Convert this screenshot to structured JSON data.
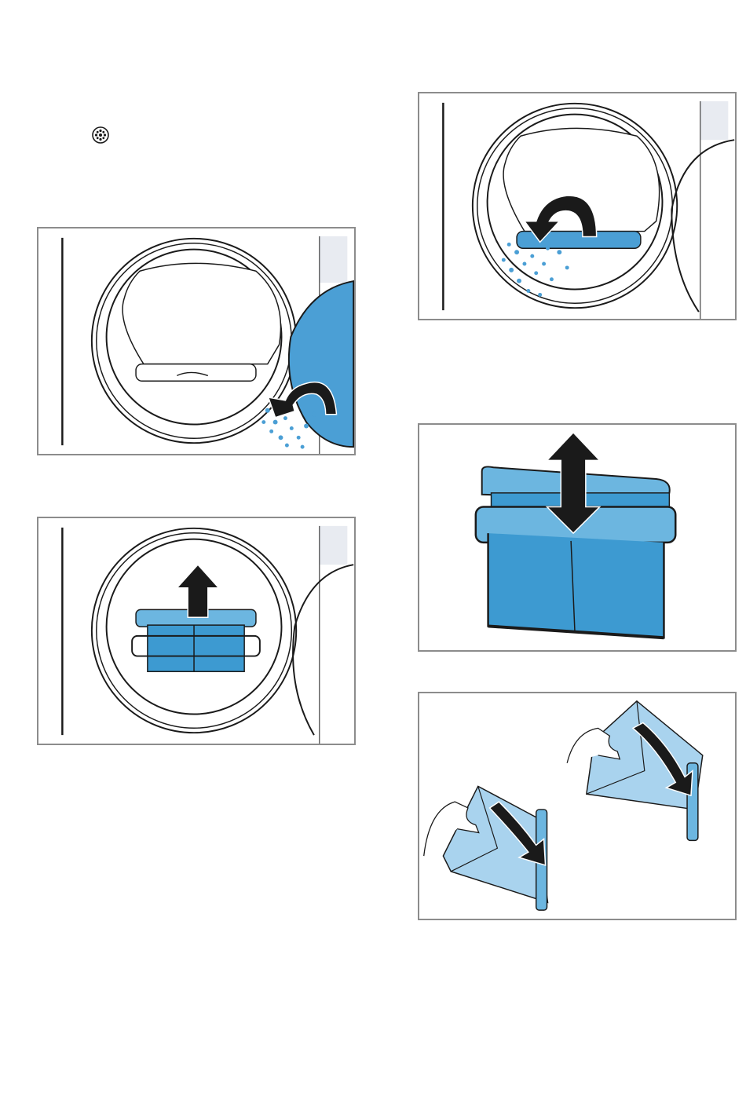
{
  "page": {
    "symbol_icon": "lint-filter-symbol-icon"
  },
  "colors": {
    "filter_blue": "#3d9ad1",
    "filter_light": "#6cb6e0",
    "filter_pale": "#a9d3ee",
    "door_blue": "#4b9fd5",
    "outline": "#1a1a1a",
    "frame": "#8c8c8c",
    "wall_grey": "#e8ebf1"
  },
  "steps": [
    {
      "id": "open-door-remove-lint",
      "icon": "curved-arrow-icon"
    },
    {
      "id": "pull-filter-up",
      "icon": "arrow-up-icon"
    },
    {
      "id": "clean-filter-slot",
      "icon": "curved-arrow-icon"
    },
    {
      "id": "separate-filter-parts",
      "icon": "double-arrow-icon"
    },
    {
      "id": "open-and-clean-filter",
      "icon": "curved-arrow-icon"
    }
  ]
}
